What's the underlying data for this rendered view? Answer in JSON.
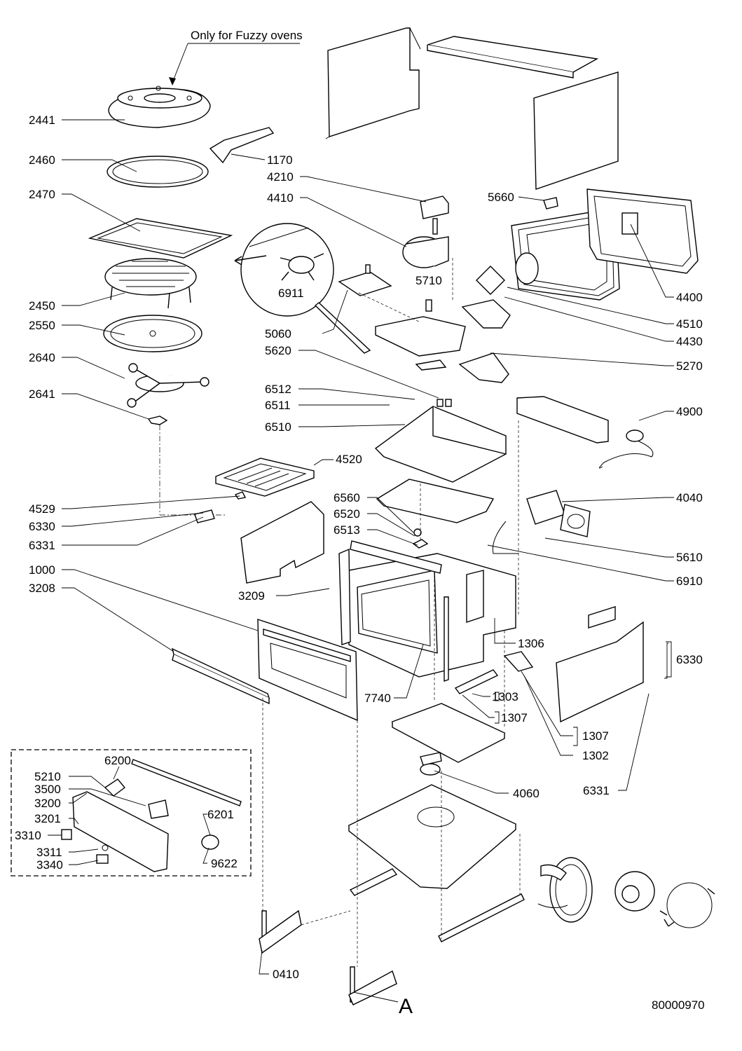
{
  "note": "Only for Fuzzy ovens",
  "drawing_number": "80000970",
  "detail_letter": "A",
  "part_labels": {
    "p2441": "2441",
    "p2460": "2460",
    "p1170": "1170",
    "p2470": "2470",
    "p2450": "2450",
    "p2550": "2550",
    "p2640": "2640",
    "p2641": "2641",
    "p4210": "4210",
    "p4410": "4410",
    "p6911": "6911",
    "p5710": "5710",
    "p5060": "5060",
    "p5620": "5620",
    "p5660": "5660",
    "p4400": "4400",
    "p4510": "4510",
    "p4430": "4430",
    "p5270": "5270",
    "p6512": "6512",
    "p6511": "6511",
    "p6510": "6510",
    "p4900": "4900",
    "p4520": "4520",
    "p4529": "4529",
    "p6330a": "6330",
    "p6331a": "6331",
    "p6560": "6560",
    "p6520": "6520",
    "p6513": "6513",
    "p4040": "4040",
    "p5610": "5610",
    "p6910": "6910",
    "p1000": "1000",
    "p3208": "3208",
    "p3209": "3209",
    "p1306": "1306",
    "p6330b": "6330",
    "p7740": "7740",
    "p1303": "1303",
    "p1307a": "1307",
    "p1307b": "1307",
    "p1302": "1302",
    "p6200": "6200",
    "p5210": "5210",
    "p3500": "3500",
    "p3200": "3200",
    "p3201": "3201",
    "p6201": "6201",
    "p3310": "3310",
    "p3311": "3311",
    "p3340": "3340",
    "p9622": "9622",
    "p4060": "4060",
    "p6331b": "6331",
    "p0410": "0410"
  }
}
